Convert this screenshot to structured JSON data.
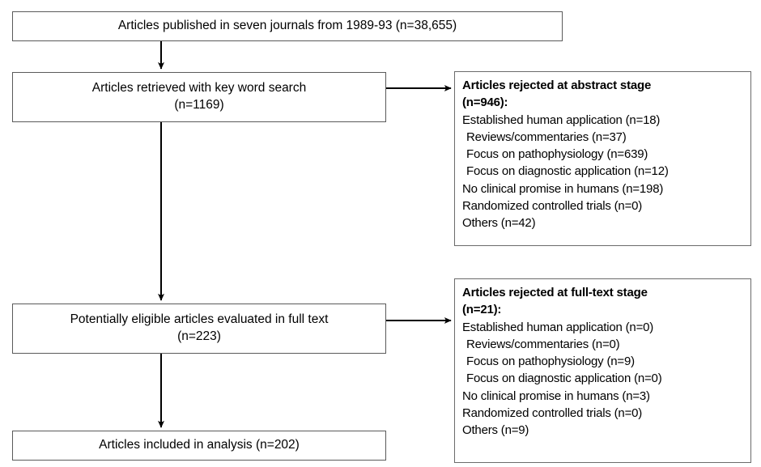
{
  "diagram": {
    "title": "Study selection flow diagram",
    "type": "flowchart",
    "stroke_color": "#000000",
    "box_border_color": "#5a5a5a",
    "background_color": "#ffffff"
  },
  "nodes": {
    "published": {
      "lines": [
        "Articles published in seven journals from 1989-93 (n=38,655)"
      ]
    },
    "retrieved": {
      "lines": [
        "Articles retrieved with key word search",
        "(n=1169)"
      ]
    },
    "eligible": {
      "lines": [
        "Potentially eligible articles evaluated in full text",
        "(n=223)"
      ]
    },
    "included": {
      "lines": [
        "Articles included in analysis (n=202)"
      ]
    },
    "reject_abstract": {
      "title_line_1": "Articles rejected at abstract stage",
      "title_line_2": "(n=946):",
      "items": [
        "Established human application (n=18)",
        "Reviews/commentaries (n=37)",
        "Focus on pathophysiology (n=639)",
        "Focus on diagnostic application (n=12)",
        "No clinical promise in humans (n=198)",
        "Randomized controlled trials (n=0)",
        "Others (n=42)"
      ]
    },
    "reject_fulltext": {
      "title_line_1": "Articles rejected at full-text stage",
      "title_line_2": "(n=21):",
      "items": [
        "Established human application (n=0)",
        "Reviews/commentaries (n=0)",
        "Focus on pathophysiology (n=9)",
        "Focus on diagnostic application (n=0)",
        "No clinical promise in humans (n=3)",
        "Randomized controlled trials (n=0)",
        "Others (n=9)"
      ]
    }
  },
  "connectors": [
    {
      "name": "published-to-retrieved",
      "direction": "down"
    },
    {
      "name": "retrieved-to-reject-abstract",
      "direction": "right"
    },
    {
      "name": "retrieved-to-eligible",
      "direction": "down"
    },
    {
      "name": "eligible-to-reject-fulltext",
      "direction": "right"
    },
    {
      "name": "eligible-to-included",
      "direction": "down"
    }
  ]
}
